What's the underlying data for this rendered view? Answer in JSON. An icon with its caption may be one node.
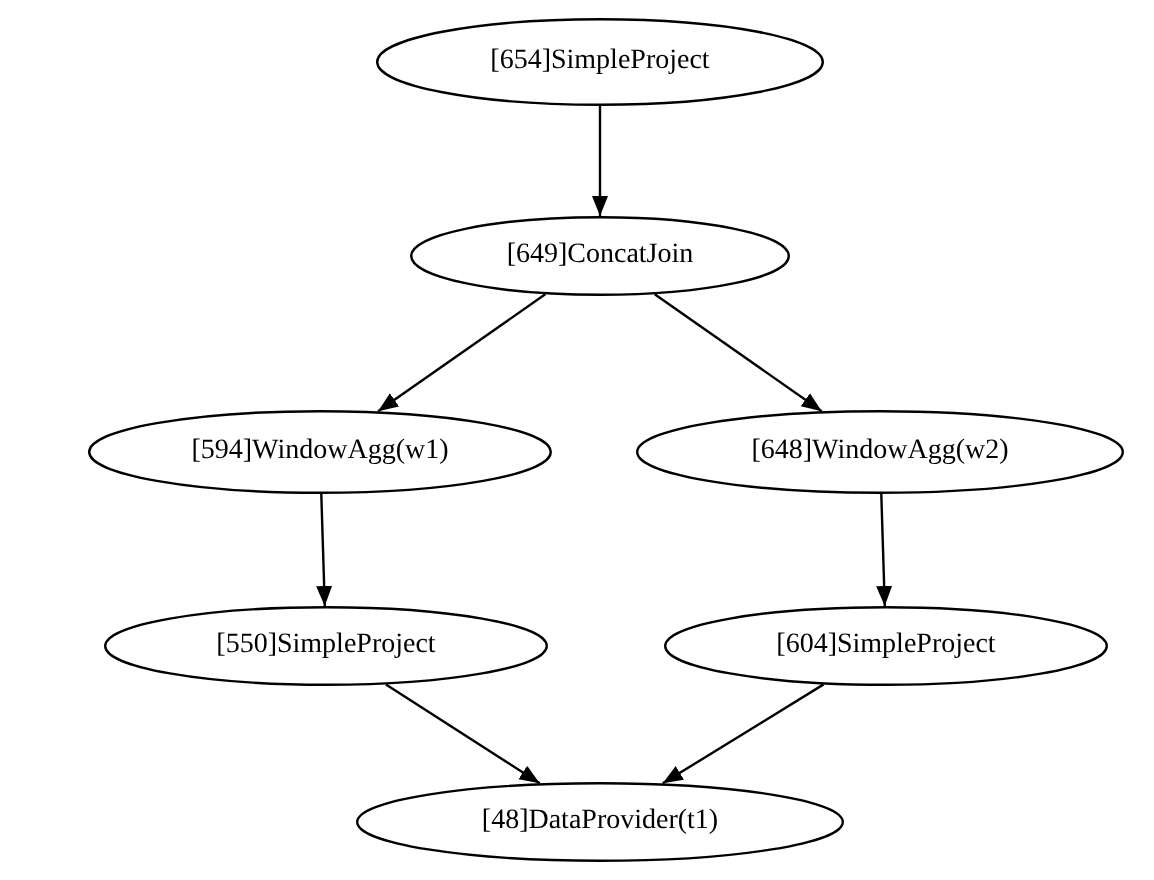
{
  "diagram": {
    "nodes": [
      {
        "text": [
          "[654]SimpleProject"
        ]
      },
      {
        "text": [
          "[649]ConcatJoin"
        ]
      },
      {
        "text": [
          "[594]WindowAgg(w1)"
        ]
      },
      {
        "text": [
          "[648]WindowAgg(w2)"
        ]
      },
      {
        "text": [
          "[550]SimpleProject"
        ]
      },
      {
        "text": [
          "[604]SimpleProject"
        ]
      },
      {
        "text": [
          "[48]DataProvider(t1)"
        ]
      }
    ],
    "edges": [
      {
        "from": 0,
        "to": 1,
        "arrow": "to"
      },
      {
        "from": 1,
        "to": 2,
        "arrow": "to"
      },
      {
        "from": 1,
        "to": 3,
        "arrow": "to"
      },
      {
        "from": 2,
        "to": 4,
        "arrow": "to"
      },
      {
        "from": 3,
        "to": 5,
        "arrow": "to"
      },
      {
        "from": 4,
        "to": 6,
        "arrow": "to"
      },
      {
        "from": 5,
        "to": 6,
        "arrow": "to"
      }
    ]
  }
}
